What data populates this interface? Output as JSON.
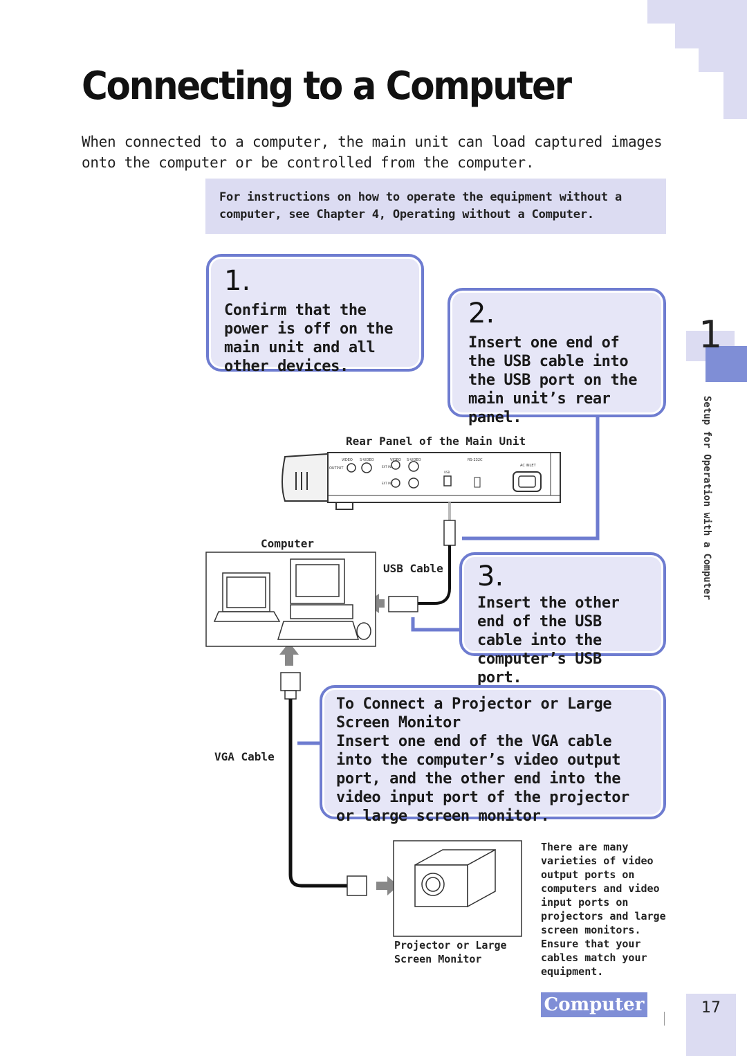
{
  "page": {
    "title": "Connecting to a Computer",
    "intro": "When connected to a computer, the main unit can load captured images onto the computer or be controlled from the computer.",
    "note": "For instructions on how to operate the equipment without a computer, see Chapter 4, Operating without a Computer."
  },
  "steps": [
    {
      "number": "1.",
      "text": "Confirm that the power is off on the main unit and all other devices."
    },
    {
      "number": "2.",
      "text": "Insert one end of the USB cable into the USB port on the main unit’s rear panel."
    },
    {
      "number": "3.",
      "text": "Insert the other end of the USB cable into the computer’s USB port."
    }
  ],
  "projector_box": {
    "heading": "To Connect a Projector or Large Screen Monitor",
    "text": "Insert one end of the VGA cable into the computer’s video output port, and the other end into the video input port of the projector or large screen monitor."
  },
  "labels": {
    "rear_panel": "Rear Panel of the Main Unit",
    "computer": "Computer",
    "usb_cable": "USB Cable",
    "vga_cable": "VGA Cable",
    "projector": "Projector or Large Screen Monitor",
    "panel_marks": {
      "video": "VIDEO",
      "s_video": "S-VIDEO",
      "output": "OUTPUT",
      "ext_in1": "EXT IN1",
      "ext_in2": "EXT IN2",
      "rs232c": "RS-232C",
      "usb": "USB",
      "ac_inlet": "AC INLET"
    }
  },
  "side_note": "There are many varieties of video output ports on computers and video input ports on projectors and large screen monitors. Ensure that your cables match your equipment.",
  "sidebar": {
    "chapter_number": "1",
    "chapter_title": "Setup for Operation with a Computer"
  },
  "footer": {
    "section_tab": "Computer",
    "page_number": "17"
  },
  "colors": {
    "accent": "#7f8ed6",
    "box_fill": "#e6e6f7",
    "box_border": "#6e7cd0",
    "note_fill": "#dcdcf2"
  }
}
